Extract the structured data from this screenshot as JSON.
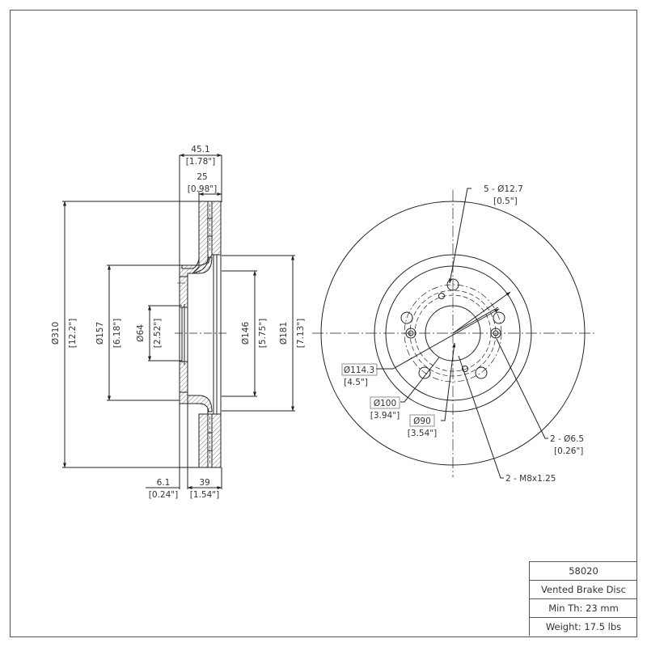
{
  "drawing": {
    "type": "Vented brake disc technical drawing",
    "line_color": "#222222",
    "text_color": "#333333",
    "hatch_color": "#555555"
  },
  "side_view": {
    "overall_width": {
      "mm": "45.1",
      "in": "[1.78\"]"
    },
    "disc_thickness": {
      "mm": "25",
      "in": "[0.98\"]"
    },
    "outer_diameter": {
      "mm": "Ø310",
      "in": "[12.2\"]"
    },
    "hat_diameter": {
      "mm": "Ø157",
      "in": "[6.18\"]"
    },
    "center_bore": {
      "mm": "Ø64",
      "in": "[2.52\"]"
    },
    "inner_friction_diameter": {
      "mm": "Ø146",
      "in": "[5.75\"]"
    },
    "friction_ring_inner": {
      "mm": "Ø181",
      "in": "[7.13\"]"
    },
    "hat_offset": {
      "mm": "6.1",
      "in": "[0.24\"]"
    },
    "hat_height": {
      "mm": "39",
      "in": "[1.54\"]"
    }
  },
  "front_view": {
    "stud_holes": {
      "mm": "5 - Ø12.7",
      "in": "[0.5\"]"
    },
    "bolt_circle": {
      "mm": "Ø114.3",
      "in": "[4.5\"]"
    },
    "dashed_circle_100": {
      "mm": "Ø100",
      "in": "[3.94\"]"
    },
    "dashed_circle_90": {
      "mm": "Ø90",
      "in": "[3.54\"]"
    },
    "small_holes": {
      "mm": "2 - Ø6.5",
      "in": "[0.26\"]"
    },
    "threaded_holes": {
      "label": "2 - M8x1.25"
    }
  },
  "title_block": {
    "part_number": "58020",
    "description": "Vented Brake Disc",
    "min_thickness": "Min Th: 23 mm",
    "weight": "Weight: 17.5 lbs"
  }
}
